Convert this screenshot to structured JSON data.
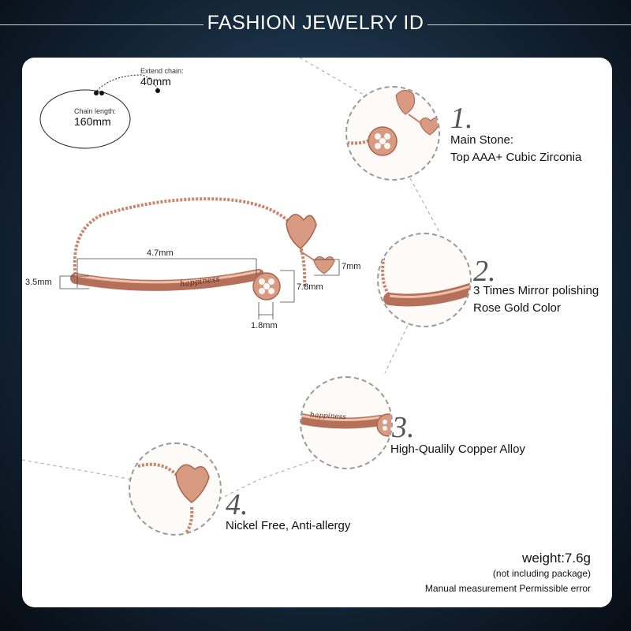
{
  "header": {
    "title": "FASHION JEWELRY ID"
  },
  "chain": {
    "extend_label": "Extend chain:",
    "extend_value": "40mm",
    "length_label": "Chain length:",
    "length_value": "160mm"
  },
  "engraving": "happiness",
  "dimensions": {
    "bar_length": "4.7mm",
    "bar_height": "3.5mm",
    "charm_height": "7mm",
    "stone_height": "7.8mm",
    "stone_width": "1.8mm"
  },
  "features": [
    {
      "number": "1.",
      "line1": "Main Stone:",
      "line2": "Top AAA+ Cubic Zirconia"
    },
    {
      "number": "2.",
      "line1": "3 Times Mirror polishing",
      "line2": "Rose Gold Color"
    },
    {
      "number": "3.",
      "line1": "High-Qualily Copper Alloy",
      "line2": ""
    },
    {
      "number": "4.",
      "line1": "Nickel Free, Anti-allergy",
      "line2": ""
    }
  ],
  "weight": {
    "value": "weight:7.6g",
    "note1": "(not including package)",
    "note2": "Manual measurement Permissible error"
  },
  "colors": {
    "rose_gold": "#d99a82",
    "rose_gold_dark": "#b5705a",
    "background": "#101f2e"
  }
}
